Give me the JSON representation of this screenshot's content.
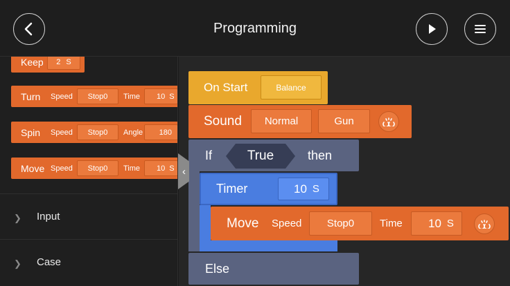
{
  "header": {
    "title": "Programming"
  },
  "sidebar": {
    "blocks": [
      {
        "label": "Keep",
        "value": "2",
        "unit": "S"
      },
      {
        "label": "Turn",
        "param1": "Speed",
        "value1": "Stop0",
        "param2": "Time",
        "value2": "10",
        "unit": "S"
      },
      {
        "label": "Spin",
        "param1": "Speed",
        "value1": "Stop0",
        "param2": "Angle",
        "value2": "180"
      },
      {
        "label": "Move",
        "param1": "Speed",
        "value1": "Stop0",
        "param2": "Time",
        "value2": "10",
        "unit": "S"
      }
    ],
    "categories": [
      {
        "label": "Input"
      },
      {
        "label": "Case"
      }
    ]
  },
  "canvas": {
    "on_start": {
      "label": "On Start",
      "value": "Balance"
    },
    "sound": {
      "label": "Sound",
      "value1": "Normal",
      "value2": "Gun"
    },
    "if_block": {
      "label": "If",
      "condition": "True",
      "then_label": "then",
      "else_label": "Else"
    },
    "timer": {
      "label": "Timer",
      "value": "10",
      "unit": "S"
    },
    "move": {
      "label": "Move",
      "param1": "Speed",
      "value1": "Stop0",
      "param2": "Time",
      "value2": "10",
      "unit": "S"
    }
  }
}
